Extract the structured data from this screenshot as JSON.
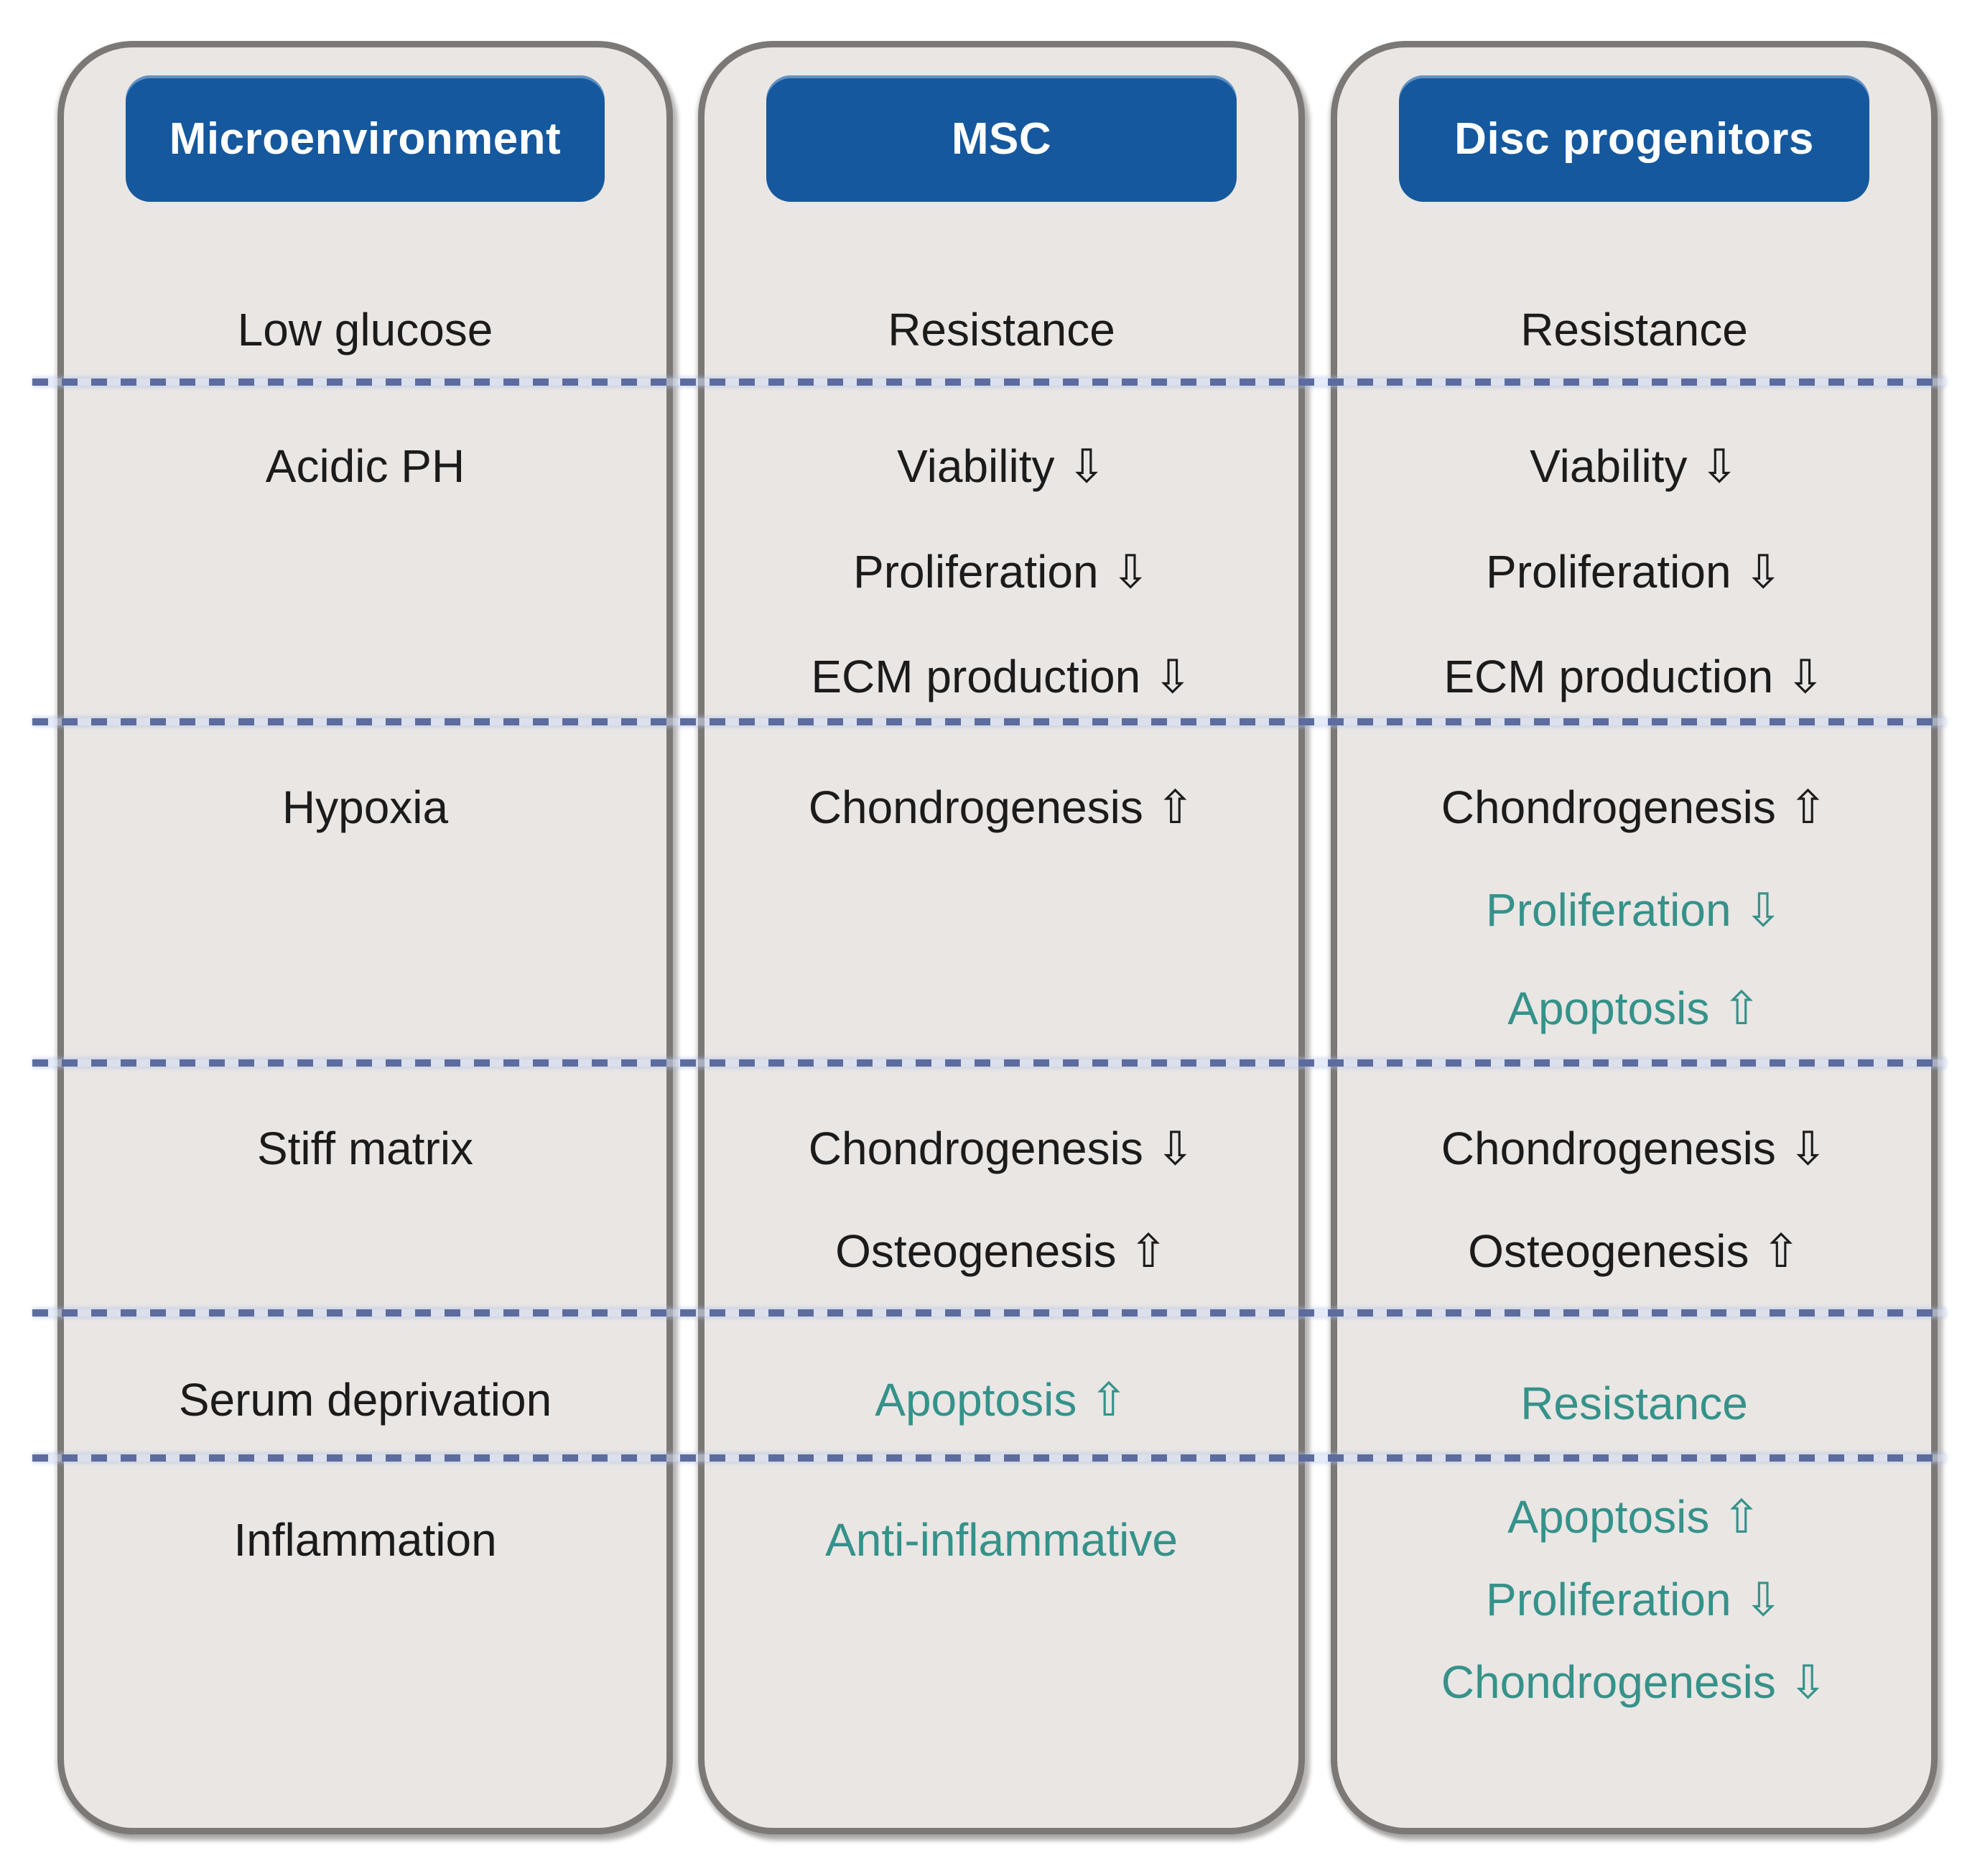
{
  "figure": {
    "type": "comparison-table",
    "description": "Cell responses of MSC and disc progenitors to intervertebral disc microenvironment conditions"
  },
  "palette": {
    "header_bg": "#15589d",
    "header_text": "#ffffff",
    "panel_bg": "#e9e6e4",
    "panel_border": "#7b7876",
    "divider_blue": "#5d6c9e",
    "text_black": "#1b1b1b",
    "text_teal": "#35928a",
    "page_bg": "#ffffff"
  },
  "columns": [
    {
      "header": "Microenvironment",
      "items": [
        {
          "label": "Low glucose",
          "color": "black"
        },
        {
          "label": "Acidic PH",
          "color": "black"
        },
        {
          "label": "Hypoxia",
          "color": "black"
        },
        {
          "label": "Stiff matrix",
          "color": "black"
        },
        {
          "label": "Serum deprivation",
          "color": "black"
        },
        {
          "label": "Inflammation",
          "color": "black"
        }
      ]
    },
    {
      "header": "MSC",
      "items": [
        {
          "label": "Resistance",
          "color": "black"
        },
        {
          "label": "Viability ⇩",
          "color": "black"
        },
        {
          "label": "Proliferation ⇩",
          "color": "black"
        },
        {
          "label": "ECM production ⇩",
          "color": "black"
        },
        {
          "label": "Chondrogenesis ⇧",
          "color": "black"
        },
        {
          "label": "Chondrogenesis ⇩",
          "color": "black"
        },
        {
          "label": "Osteogenesis ⇧",
          "color": "black"
        },
        {
          "label": "Apoptosis ⇧",
          "color": "teal"
        },
        {
          "label": "Anti-inflammative",
          "color": "teal"
        }
      ]
    },
    {
      "header": "Disc progenitors",
      "items": [
        {
          "label": "Resistance",
          "color": "black"
        },
        {
          "label": "Viability ⇩",
          "color": "black"
        },
        {
          "label": "Proliferation ⇩",
          "color": "black"
        },
        {
          "label": "ECM production ⇩",
          "color": "black"
        },
        {
          "label": "Chondrogenesis ⇧",
          "color": "black"
        },
        {
          "label": "Proliferation ⇩",
          "color": "teal"
        },
        {
          "label": "Apoptosis ⇧",
          "color": "teal"
        },
        {
          "label": "Chondrogenesis ⇩",
          "color": "black"
        },
        {
          "label": "Osteogenesis ⇧",
          "color": "black"
        },
        {
          "label": "Resistance",
          "color": "teal"
        },
        {
          "label": "Apoptosis ⇧",
          "color": "teal"
        },
        {
          "label": "Proliferation ⇩",
          "color": "teal"
        },
        {
          "label": "Chondrogenesis ⇩",
          "color": "teal"
        }
      ]
    }
  ]
}
